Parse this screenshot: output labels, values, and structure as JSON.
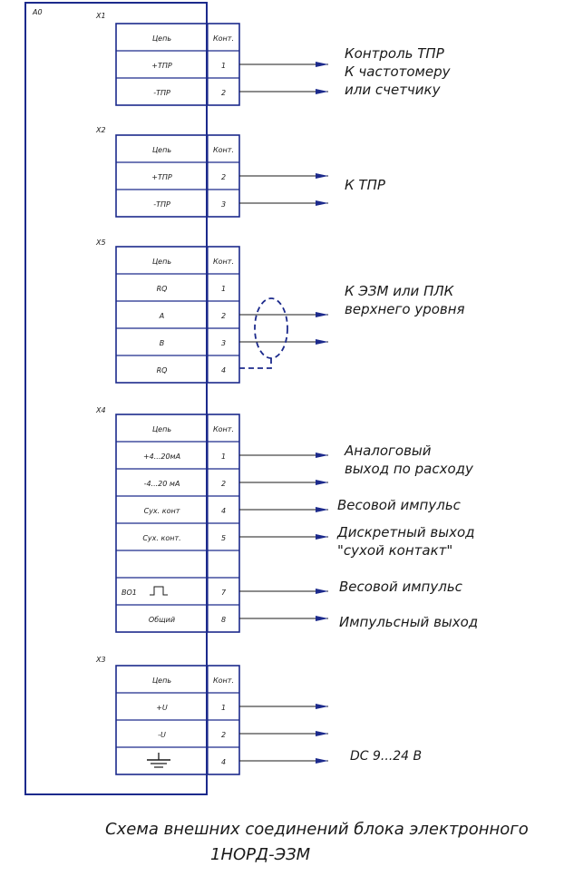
{
  "block_label": "A0",
  "header": {
    "net": "Цепь",
    "pin": "Конт."
  },
  "connectors": [
    {
      "id": "X1",
      "rows": [
        {
          "net": "+ТПР",
          "pin": "1"
        },
        {
          "net": "-ТПР",
          "pin": "2"
        }
      ]
    },
    {
      "id": "X2",
      "rows": [
        {
          "net": "+ТПР",
          "pin": "2"
        },
        {
          "net": "-ТПР",
          "pin": "3"
        }
      ]
    },
    {
      "id": "X5",
      "rows": [
        {
          "net": "RQ",
          "pin": "1"
        },
        {
          "net": "A",
          "pin": "2"
        },
        {
          "net": "B",
          "pin": "3"
        },
        {
          "net": "RQ",
          "pin": "4"
        }
      ]
    },
    {
      "id": "X4",
      "rows": [
        {
          "net": "+4...20мА",
          "pin": "1"
        },
        {
          "net": "-4...20 мА",
          "pin": "2"
        },
        {
          "net": "Сух. конт",
          "pin": "4"
        },
        {
          "net": "Сух. конт.",
          "pin": "5"
        },
        {
          "net": "",
          "pin": ""
        },
        {
          "net": "ВО1",
          "pin": "7"
        },
        {
          "net": "Общий",
          "pin": "8"
        }
      ]
    },
    {
      "id": "X3",
      "rows": [
        {
          "net": "+U",
          "pin": "1"
        },
        {
          "net": "-U",
          "pin": "2"
        },
        {
          "net": "",
          "pin": "4"
        }
      ]
    }
  ],
  "annotations": {
    "x1": [
      "Контроль ТПР",
      "К частотомеру",
      "или счетчику"
    ],
    "x2": [
      "К ТПР"
    ],
    "x5": [
      "К ЭЗМ или ПЛК",
      "верхнего уровня"
    ],
    "x4_analog": [
      "Аналоговый",
      "выход по расходу"
    ],
    "x4_weight1": [
      "Весовой импульс"
    ],
    "x4_dry": [
      "Дискретный выход",
      "\"сухой контакт\""
    ],
    "x4_weight2": [
      "Весовой импульс"
    ],
    "x4_pulse": [
      "Импульсный выход"
    ],
    "x3": [
      "DC 9...24 В"
    ]
  },
  "caption": {
    "line1": "Схема внешних соединений блока электронного",
    "line2": "1НОРД-ЭЗМ"
  },
  "colors": {
    "ink": "#1c2a8c",
    "text": "#1a1a1a",
    "background": "#ffffff"
  }
}
